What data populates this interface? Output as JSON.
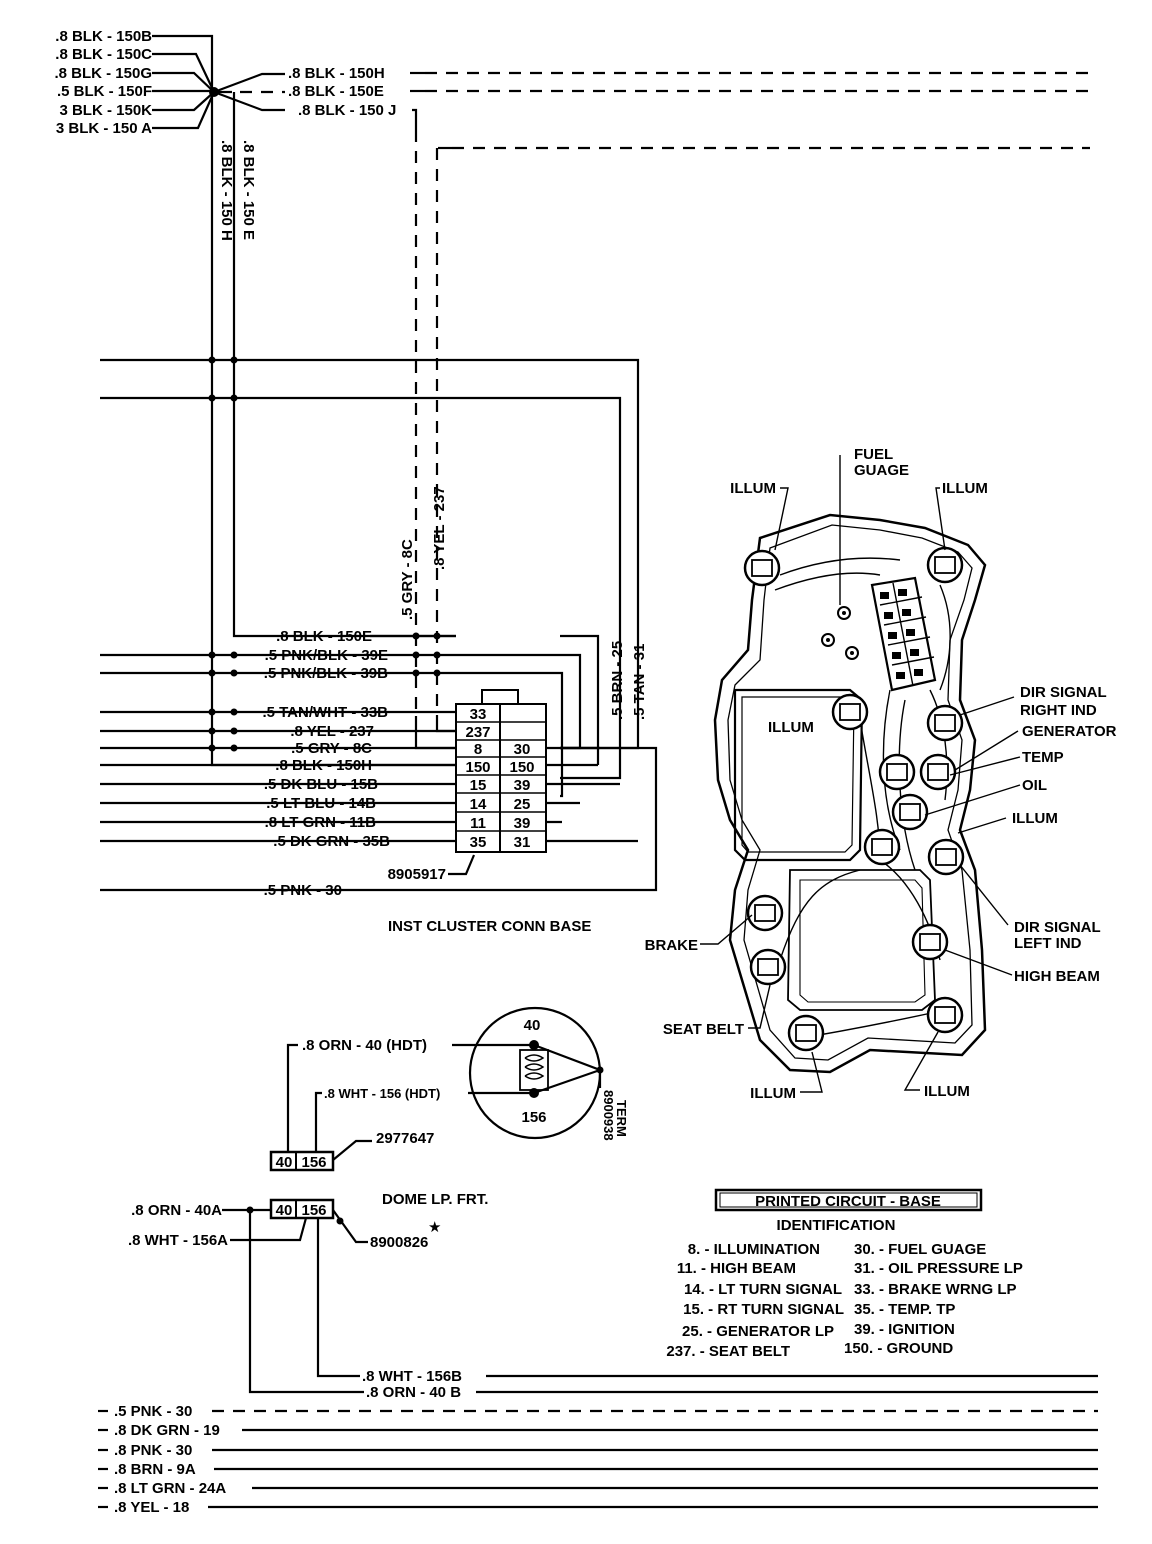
{
  "ground_splice": {
    "left_wires": [
      ".8 BLK - 150B",
      ".8 BLK - 150C",
      ".8 BLK - 150G",
      ".5 BLK - 150F",
      "3 BLK - 150K",
      "3 BLK - 150 A"
    ],
    "right_wires": [
      ".8 BLK - 150H",
      ".8 BLK - 150E",
      ".8 BLK - 150 J"
    ],
    "vertical_labels": [
      ".8 BLK - 150 H",
      ".8 BLK - 150 E"
    ]
  },
  "vertical_wires": {
    "gry_yel": [
      ".5 GRY - 8C",
      ".8 YEL - 237"
    ],
    "brn_tan": [
      ".5 BRN - 25",
      ".5 TAN - 31"
    ]
  },
  "cluster_wires": {
    "left_labels": [
      ".8 BLK - 150E",
      ".5 PNK/BLK - 39E",
      ".5 PNK/BLK - 39B",
      ".5 TAN/WHT - 33B",
      ".8 YEL - 237",
      ".5 GRY - 8C",
      ".8 BLK - 150H",
      ".5 DK BLU - 15B",
      ".5 LT BLU - 14B",
      ".8 LT GRN - 11B",
      ".5 DK GRN - 35B"
    ],
    "connector_left_pins": [
      "33",
      "237",
      "8",
      "150",
      "15",
      "14",
      "11",
      "35"
    ],
    "connector_right_pins": [
      "30",
      "150",
      "39",
      "25",
      "39",
      "31"
    ],
    "part_number": "8905917",
    "pnk_wire": ".5 PNK - 30",
    "caption": "INST CLUSTER CONN BASE"
  },
  "dome_lamp": {
    "wire_a": ".8 ORN - 40 (HDT)",
    "wire_b": ".8 WHT - 156 (HDT)",
    "connector_upper": [
      "40",
      "156"
    ],
    "part_upper": "2977647",
    "bulb_top": "40",
    "bulb_bottom": "156",
    "term_number": "8900938",
    "term_label": "TERM",
    "title": "DOME LP. FRT.",
    "star": "★",
    "wire_c": ".8 ORN - 40A",
    "wire_d": ".8 WHT - 156A",
    "connector_lower": [
      "40",
      "156"
    ],
    "part_lower": "8900826",
    "wire_e": ".8 WHT - 156B",
    "wire_f": ".8 ORN - 40 B"
  },
  "circuit_board": {
    "labels": {
      "fuel": [
        "FUEL",
        "GUAGE"
      ],
      "illum_tl": "ILLUM",
      "illum_tr": "ILLUM",
      "illum_mid": "ILLUM",
      "dir_right": [
        "DIR SIGNAL",
        "RIGHT IND"
      ],
      "generator": "GENERATOR",
      "temp": "TEMP",
      "oil": "OIL",
      "illum_r": "ILLUM",
      "dir_left": [
        "DIR SIGNAL",
        "LEFT IND"
      ],
      "brake": "BRAKE",
      "high_beam": "HIGH BEAM",
      "seat_belt": "SEAT BELT",
      "illum_bl": "ILLUM",
      "illum_br": "ILLUM"
    }
  },
  "identification": {
    "title": "PRINTED CIRCUIT - BASE",
    "subtitle": "IDENTIFICATION",
    "left": [
      "8. - ILLUMINATION",
      "11. - HIGH BEAM",
      "14. - LT TURN SIGNAL",
      "15. - RT TURN SIGNAL",
      "25. - GENERATOR LP",
      "237. - SEAT BELT"
    ],
    "right": [
      "30. - FUEL GUAGE",
      "31. - OIL PRESSURE LP",
      "33. - BRAKE WRNG LP",
      "35. - TEMP. TP",
      "39. - IGNITION",
      "150. - GROUND"
    ]
  },
  "bottom_wires": [
    ".5 PNK - 30",
    ".8 DK GRN - 19",
    ".8 PNK - 30",
    ".8 BRN - 9A",
    ".8 LT GRN - 24A",
    ".8 YEL - 18"
  ]
}
